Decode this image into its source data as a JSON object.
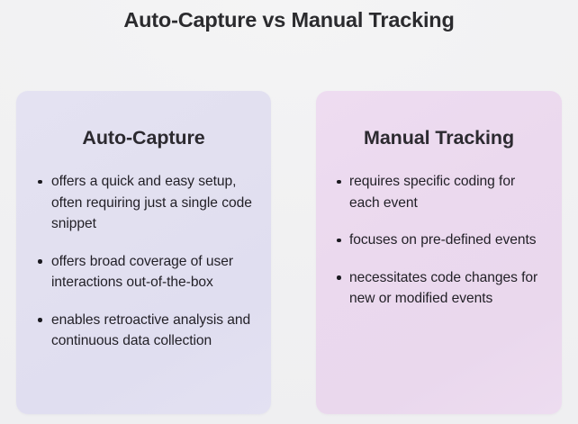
{
  "page": {
    "title": "Auto-Capture vs Manual Tracking",
    "background_color": "#f2f2f3",
    "title_color": "#2b2b2e"
  },
  "cards": [
    {
      "id": "auto-capture",
      "heading": "Auto-Capture",
      "background_color": "#e2e0f0",
      "heading_color": "#2c2a30",
      "bullets": [
        "offers a quick and easy setup, often requiring just a single code snippet",
        "offers broad coverage of user interactions out-of-the-box",
        "enables retroactive analysis and continuous data collection"
      ]
    },
    {
      "id": "manual-tracking",
      "heading": "Manual Tracking",
      "background_color": "#ead8ed",
      "heading_color": "#2c2a30",
      "bullets": [
        "requires specific coding for each event",
        "focuses on pre-defined events",
        "necessitates code changes for new or modified events"
      ]
    }
  ]
}
